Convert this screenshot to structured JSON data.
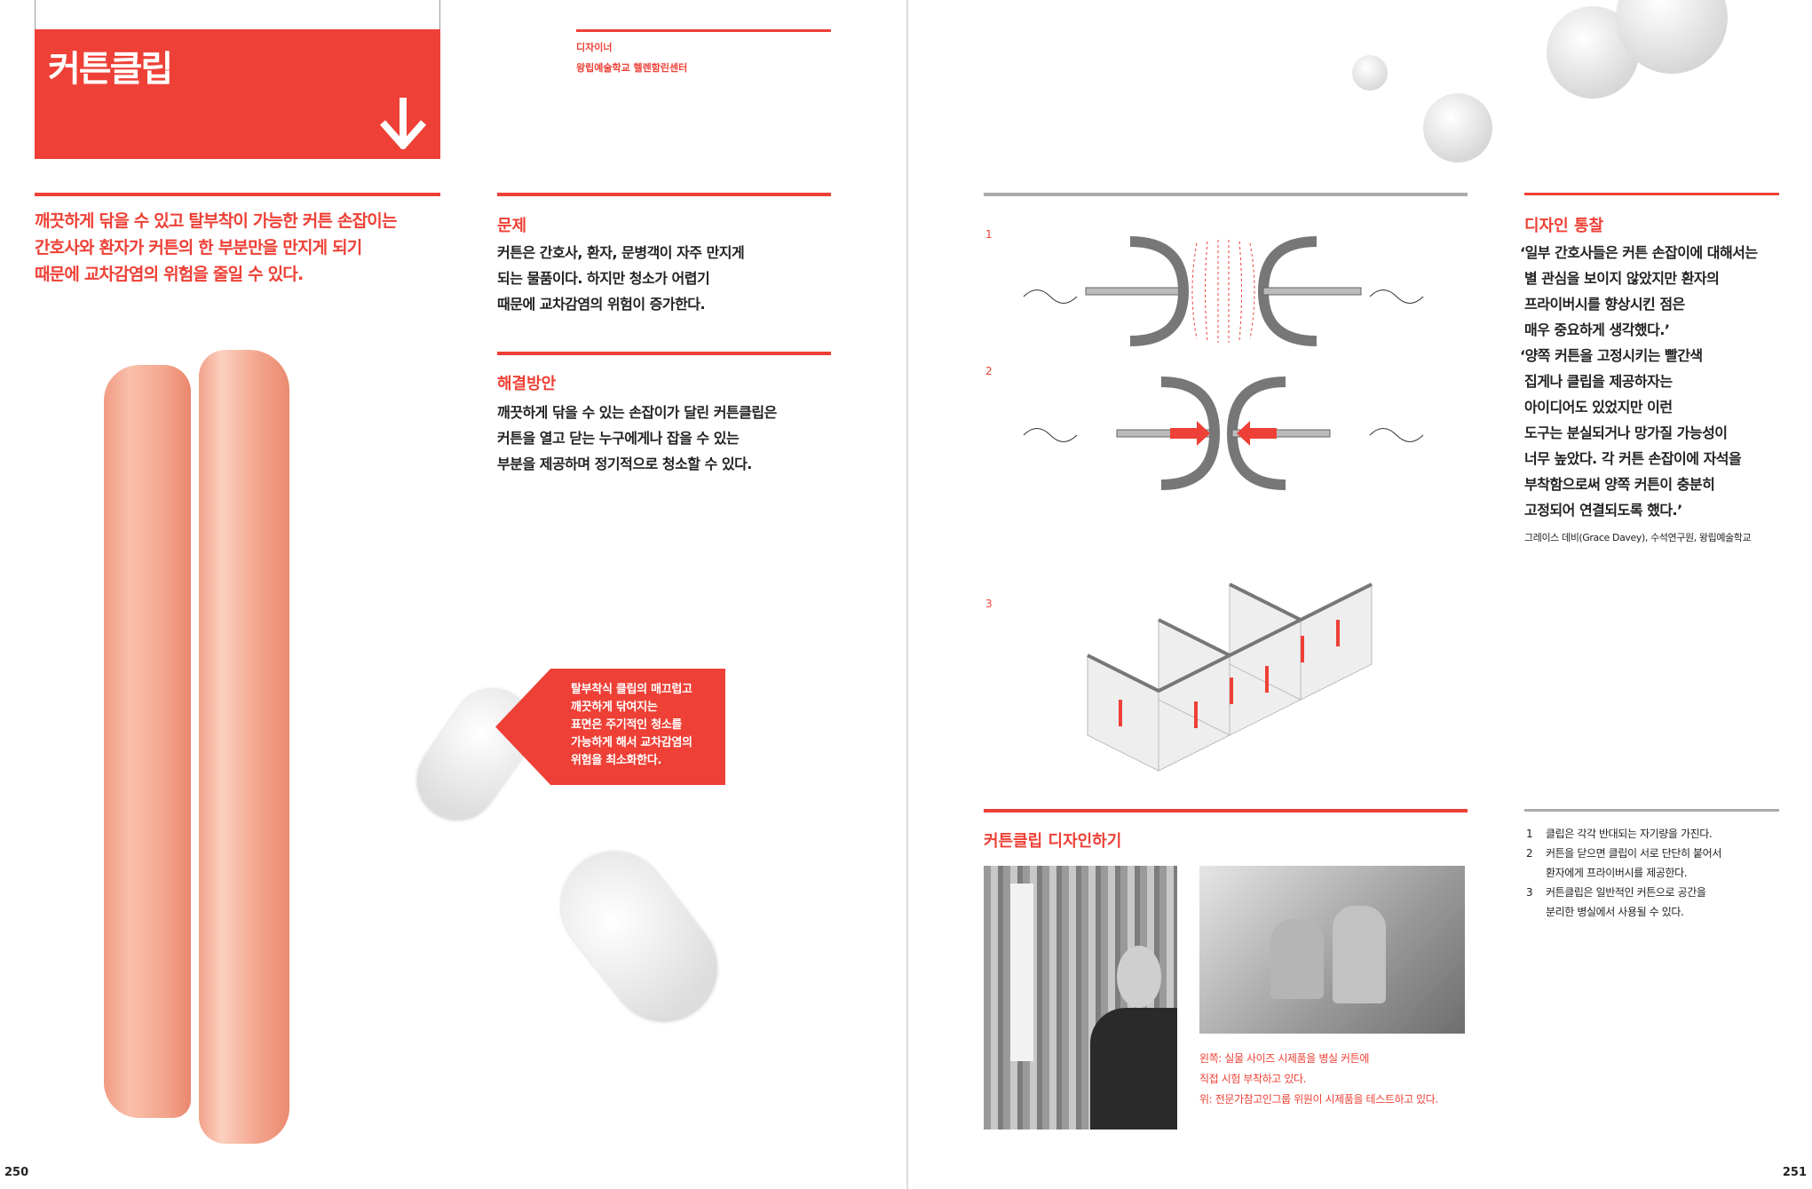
{
  "left_page": {
    "title": "커튼클립",
    "designer_label": "디자이너",
    "designer_name": "왕립예술학교 헬렌함린센터",
    "lead": [
      "깨끗하게 닦을 수 있고 탈부착이 가능한 커튼 손잡이는",
      "간호사와 환자가 커튼의 한 부분만을 만지게 되기",
      "때문에 교차감염의 위험을 줄일 수 있다."
    ],
    "problem": {
      "heading": "문제",
      "lines": [
        "커튼은 간호사, 환자, 문병객이 자주 만지게",
        "되는 물품이다. 하지만 청소가 어렵기",
        "때문에 교차감염의 위험이 증가한다."
      ]
    },
    "solution": {
      "heading": "해결방안",
      "lines": [
        "깨끗하게 닦을 수 있는 손잡이가 달린 커튼클립은",
        "커튼을 열고 닫는 누구에게나 잡을 수 있는",
        "부분을 제공하며 정기적으로 청소할 수 있다."
      ]
    },
    "callout": [
      "탈부착식 클립의 매끄럽고",
      "깨끗하게 닦여지는",
      "표면은 주기적인 청소를",
      "가능하게 해서 교차감염의",
      "위험을 최소화한다."
    ],
    "page_number": "250"
  },
  "right_page": {
    "diagram_labels": [
      "1",
      "2",
      "3"
    ],
    "insight": {
      "heading": "디자인 통찰",
      "lines": [
        "‘일부 간호사들은 커튼 손잡이에 대해서는",
        "별 관심을 보이지 않았지만 환자의",
        "프라이버시를 향상시킨 점은",
        "매우 중요하게 생각했다.’",
        "‘양쪽 커튼을 고정시키는 빨간색",
        "집게나 클립을 제공하자는",
        "아이디어도 있었지만 이런",
        "도구는 분실되거나 망가질 가능성이",
        "너무 높았다. 각 커튼 손잡이에 자석을",
        "부착함으로써 양쪽 커튼이 충분히",
        "고정되어 연결되도록 했다.’"
      ],
      "attribution": "그레이스 데비(Grace Davey), 수석연구원, 왕립예술학교"
    },
    "design_heading": "커튼클립 디자인하기",
    "captions": [
      "왼쪽: 실물 사이즈 시제품을 병실 커튼에",
      "직접 시험 부착하고 있다.",
      "위: 전문가참고인그룹 위원이 시제품을 테스트하고 있다."
    ],
    "notes": [
      {
        "num": "1",
        "lines": [
          "클립은 각각 반대되는 자기량을 가진다."
        ]
      },
      {
        "num": "2",
        "lines": [
          "커튼을 닫으면 클립이 서로 단단히 붙어서",
          "환자에게 프라이버시를 제공한다."
        ]
      },
      {
        "num": "3",
        "lines": [
          "커튼클립은 일반적인 커튼으로 공간을",
          "분리한 병실에서 사용될 수 있다."
        ]
      }
    ],
    "page_number": "251"
  },
  "colors": {
    "accent": "#ee4036",
    "rule_gray": "#aaaaaa"
  }
}
